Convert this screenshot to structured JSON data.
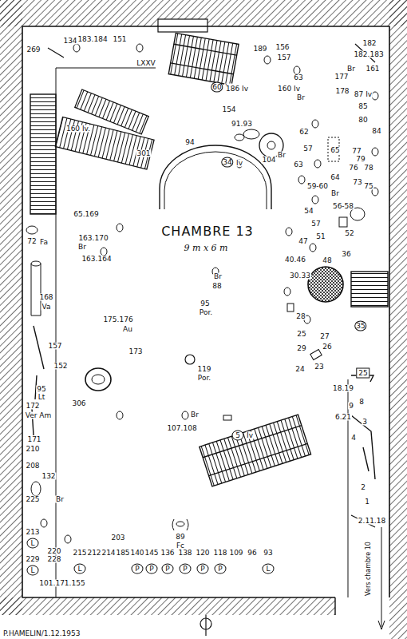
{
  "diagram": {
    "title": "CHAMBRE 13",
    "labels": [
      "269",
      "134",
      "183.184",
      "151",
      "LXXV",
      "60",
      "Iv",
      "160 Iv.",
      "301",
      "189",
      "156",
      "157",
      "182",
      "182.183",
      "Br",
      "161",
      "186 Iv",
      "160 Iv",
      "Br",
      "63",
      "177",
      "178",
      "87 Iv",
      "154",
      "85",
      "91.93",
      "94",
      "34",
      "Iv",
      "104",
      "Br",
      "80",
      "84",
      "62",
      "65",
      "57",
      "77",
      "79",
      "76",
      "78",
      "73",
      "75",
      "63",
      "64",
      "59-60",
      "56-58",
      "Br",
      "9 m x 6 m",
      "65.169",
      "163.170",
      "Br",
      "163.164",
      "72",
      "Fa",
      "54",
      "51",
      "47",
      "52",
      "57",
      "40.46",
      "48",
      "36",
      "30.33",
      "35",
      "Br",
      "88",
      "95",
      "Por.",
      "168",
      "Va",
      "175.176",
      "Au",
      "157",
      "152",
      "95",
      "Lt",
      "173",
      "119",
      "Por.",
      "28",
      "25",
      "29",
      "27",
      "26",
      "24",
      "23",
      "25",
      "18.19",
      "8",
      "9",
      "306",
      "172",
      "Ver Am",
      "171",
      "210",
      "208",
      "Br",
      "107.108",
      "6.21",
      "3",
      "4",
      "5",
      "Iv",
      "2",
      "1",
      "2.11.18",
      "132",
      "Br",
      "225",
      "89",
      "Fc",
      "213",
      "L",
      "229",
      "L",
      "220",
      "228",
      "101.171.155",
      "203",
      "215",
      "212",
      "214",
      "185",
      "140",
      "145",
      "136",
      "138",
      "120",
      "118",
      "109",
      "96",
      "93",
      "L",
      "P",
      "P",
      "P",
      "P",
      "P",
      "P",
      "L",
      "P.HAMELIN/1.12.1953",
      "Vers chambre 10"
    ]
  }
}
